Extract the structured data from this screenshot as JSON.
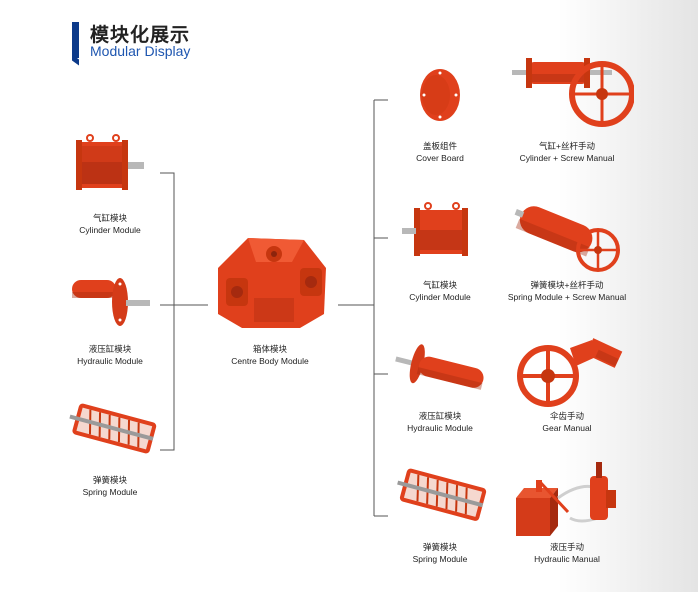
{
  "header": {
    "title_cn": "模块化展示",
    "title_en": "Modular Display"
  },
  "colors": {
    "accent": "#0c3a8a",
    "title_en": "#1e56b0",
    "part": "#e0401c",
    "part_dark": "#a52a0f",
    "shaft": "#b8b8b8"
  },
  "left_modules": [
    {
      "cn": "气缸模块",
      "en": "Cylinder Module",
      "icon": "cylinder-module-icon"
    },
    {
      "cn": "液压缸模块",
      "en": "Hydraulic Module",
      "icon": "hydraulic-module-icon"
    },
    {
      "cn": "弹簧模块",
      "en": "Spring Module",
      "icon": "spring-module-icon"
    }
  ],
  "center_module": {
    "cn": "箱体模块",
    "en": "Centre Body Module",
    "icon": "centre-body-icon"
  },
  "right_modules": [
    {
      "cn": "盖板组件",
      "en": "Cover Board",
      "icon": "cover-board-icon"
    },
    {
      "cn": "气缸+丝杆手动",
      "en": "Cylinder + Screw Manual",
      "icon": "cylinder-screw-manual-icon"
    },
    {
      "cn": "气缸模块",
      "en": "Cylinder Module",
      "icon": "cylinder-module-icon"
    },
    {
      "cn": "弹簧模块+丝杆手动",
      "en": "Spring Module + Screw Manual",
      "icon": "spring-screw-manual-icon"
    },
    {
      "cn": "液压缸模块",
      "en": "Hydraulic Module",
      "icon": "hydraulic-module-icon"
    },
    {
      "cn": "伞齿手动",
      "en": "Gear Manual",
      "icon": "gear-manual-icon"
    },
    {
      "cn": "弹簧模块",
      "en": "Spring Module",
      "icon": "spring-module-icon"
    },
    {
      "cn": "液压手动",
      "en": "Hydraulic Manual",
      "icon": "hydraulic-manual-icon"
    }
  ]
}
